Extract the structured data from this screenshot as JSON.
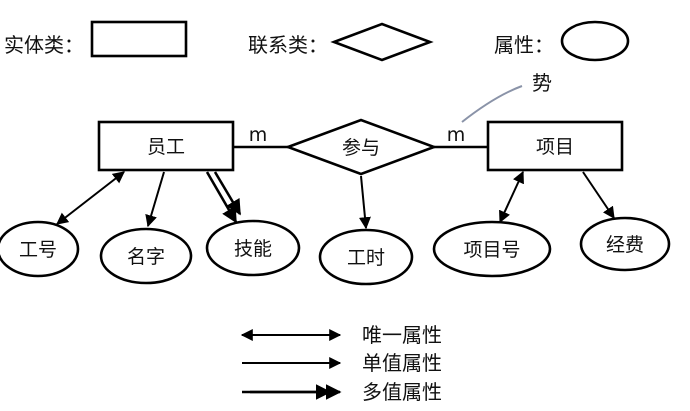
{
  "legend_top": {
    "entity": "实体类：",
    "relationship": "联系类：",
    "attribute": "属性："
  },
  "stray_text": "势",
  "entities": {
    "employee": "员工",
    "project": "项目"
  },
  "relationship": {
    "label": "参与"
  },
  "cardinality": {
    "left": "m",
    "right": "m"
  },
  "attributes": {
    "emp_id": "工号",
    "name": "名字",
    "skill": "技能",
    "hours": "工时",
    "project_id": "项目号",
    "budget": "经费"
  },
  "legend_bottom": {
    "unique": "唯一属性",
    "single": "单值属性",
    "multi": "多值属性"
  }
}
